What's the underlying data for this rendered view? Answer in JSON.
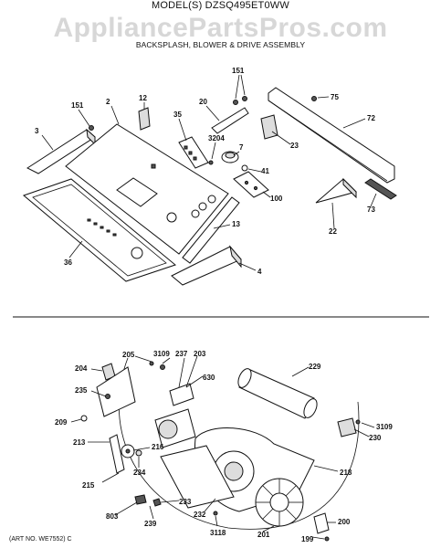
{
  "header": {
    "model": "MODEL(S) DZSQ495ET0WW",
    "section": "BACKSPLASH, BLOWER & DRIVE ASSEMBLY",
    "watermark": "AppliancePartsPros.com"
  },
  "footer": {
    "art_number": "(ART NO. WE7552) C"
  },
  "top_labels": [
    "151",
    "2",
    "12",
    "20",
    "151",
    "75",
    "72",
    "3",
    "35",
    "3204",
    "7",
    "23",
    "41",
    "100",
    "73",
    "22",
    "13",
    "36",
    "4"
  ],
  "bottom_labels": [
    "205",
    "3109",
    "237",
    "203",
    "204",
    "630",
    "229",
    "235",
    "209",
    "3109",
    "213",
    "216",
    "230",
    "234",
    "218",
    "215",
    "233",
    "232",
    "239",
    "803",
    "3118",
    "201",
    "200",
    "199"
  ]
}
